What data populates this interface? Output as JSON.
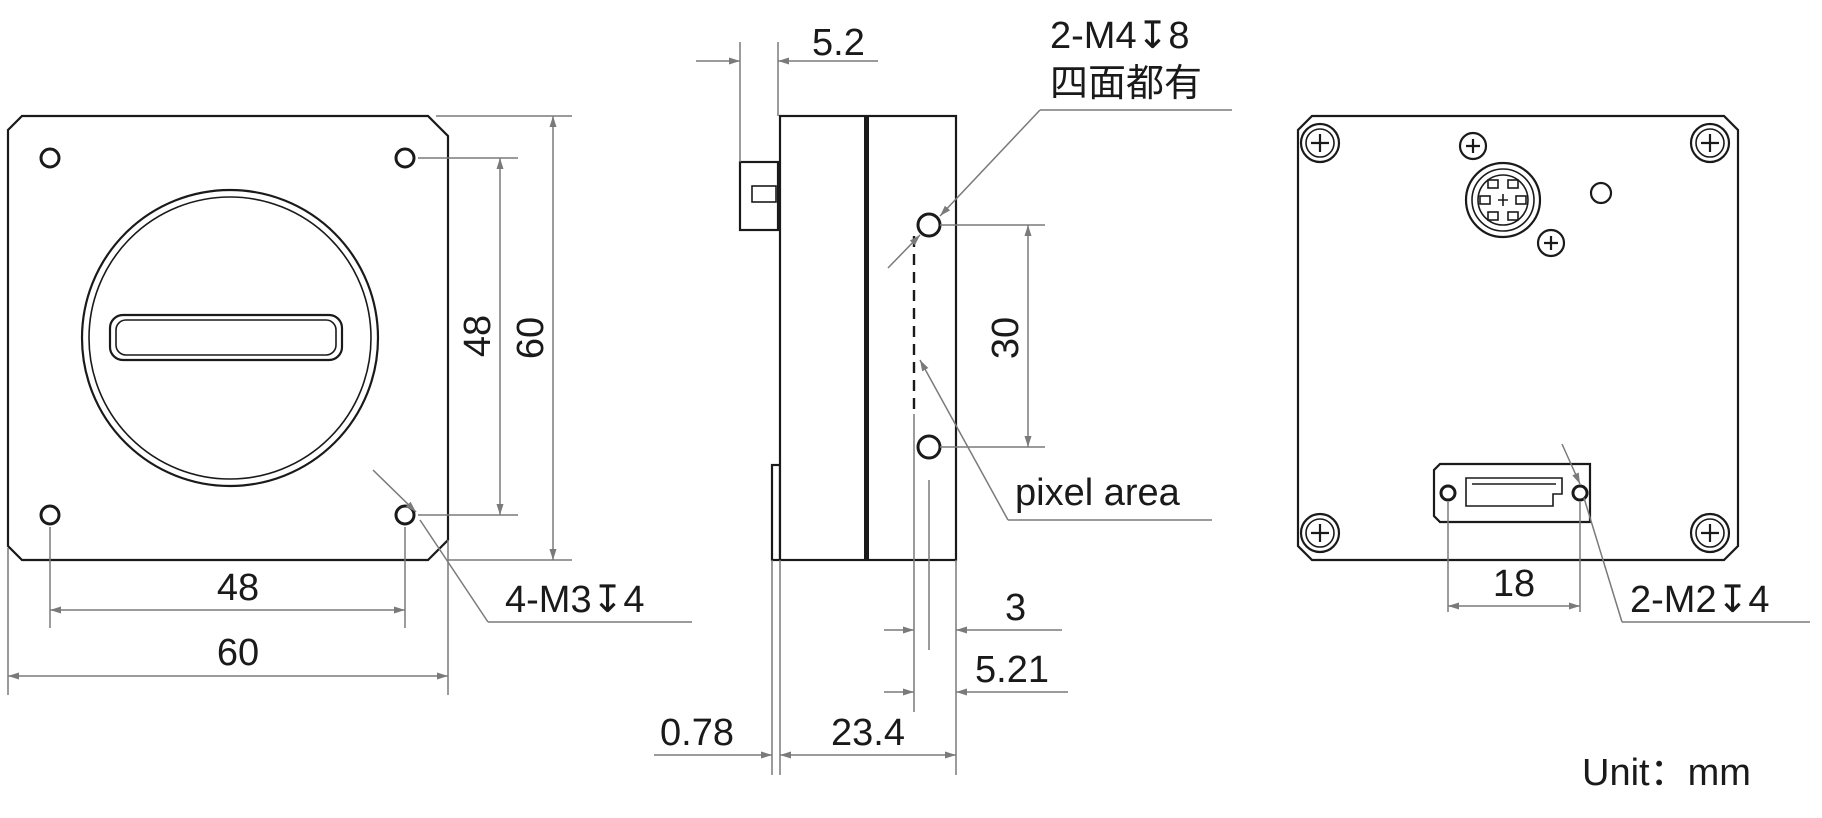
{
  "front_view": {
    "dim_width_outer": "60",
    "dim_width_holes": "48",
    "dim_height_holes": "48",
    "dim_height_outer": "60",
    "hole_callout": "4-M3↧4"
  },
  "side_view": {
    "dim_flange": "5.2",
    "hole_callout": "2-M4↧8",
    "hole_note": "四面都有",
    "dim_hole_spacing": "30",
    "pixel_area_label": "pixel area",
    "dim_3": "3",
    "dim_5_21": "5.21",
    "dim_0_78": "0.78",
    "dim_23_4": "23.4"
  },
  "rear_view": {
    "dim_18": "18",
    "hole_callout": "2-M2↧4"
  },
  "unit_label": "Unit：mm"
}
